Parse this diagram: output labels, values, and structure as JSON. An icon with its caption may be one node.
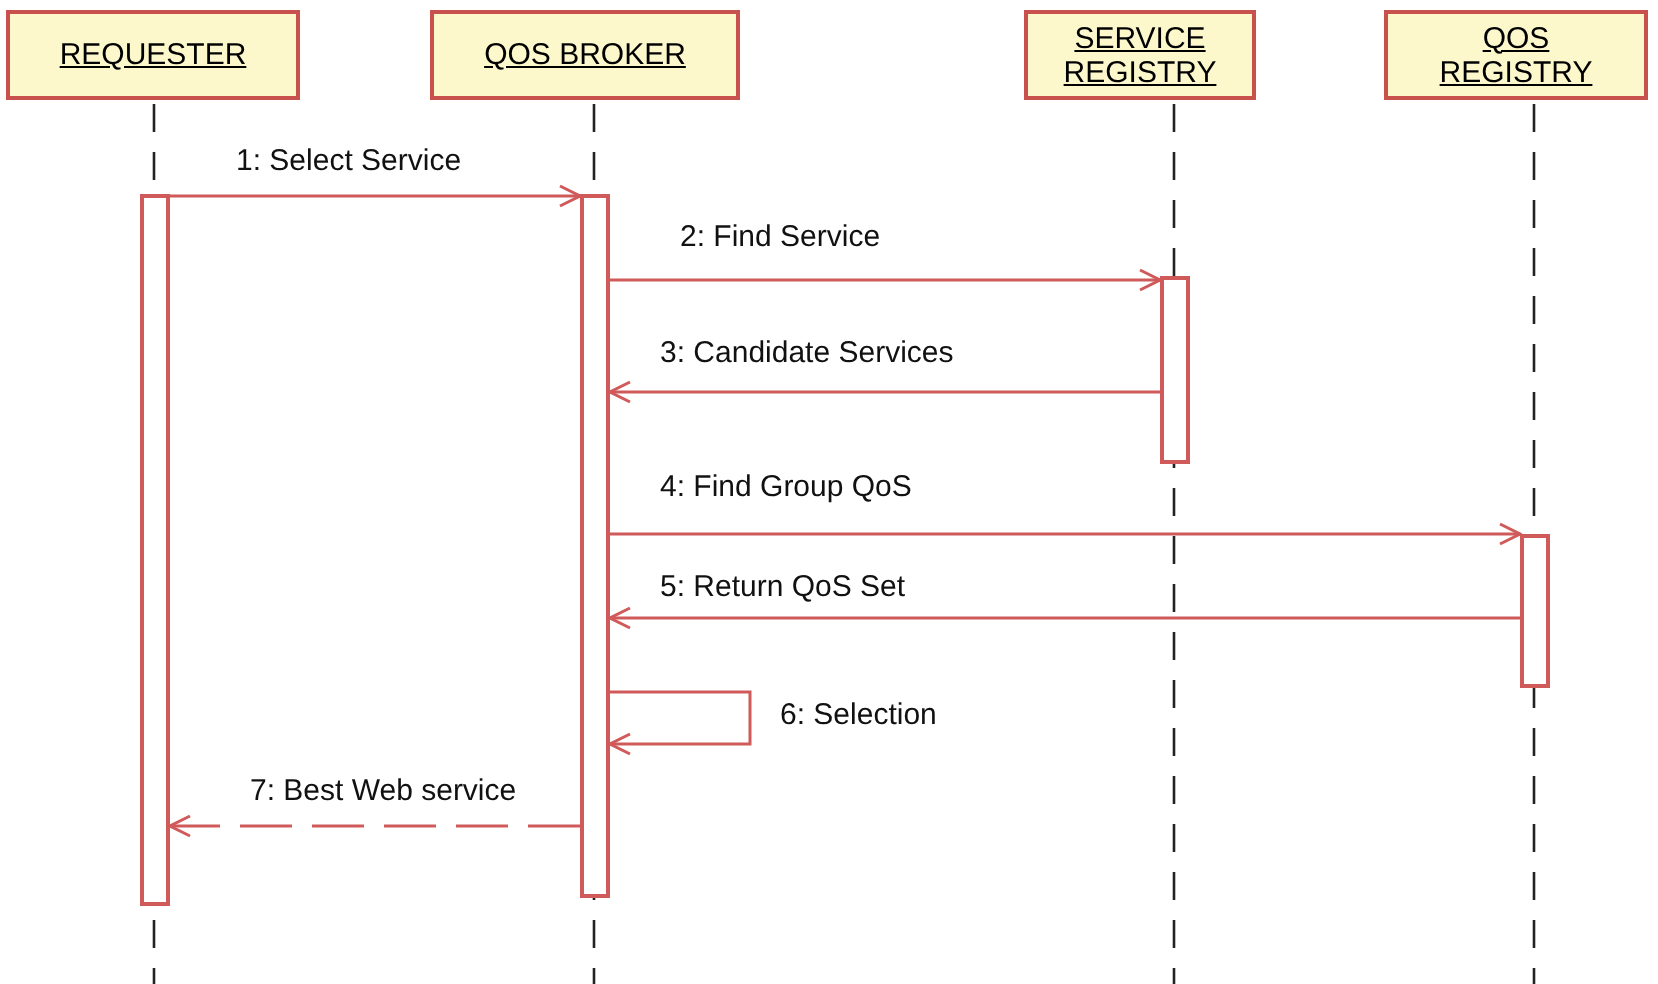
{
  "diagram": {
    "nodes": [
      {
        "text": [
          "REQUESTER"
        ]
      },
      {
        "text": [
          "QOS BROKER"
        ]
      },
      {
        "text": [
          "SERVICE REGISTRY"
        ]
      },
      {
        "text": [
          "QOS REGISTRY"
        ]
      },
      {
        "text": [],
        "shape": "bar"
      },
      {
        "text": [],
        "shape": "bar"
      },
      {
        "text": [],
        "shape": "bar"
      },
      {
        "text": [],
        "shape": "bar"
      }
    ],
    "edges": [
      {
        "from": 4,
        "to": 5,
        "arrow": "to",
        "label": "1: Select Service"
      },
      {
        "from": 5,
        "to": 6,
        "arrow": "to",
        "label": "2: Find Service"
      },
      {
        "from": 6,
        "to": 5,
        "arrow": "to",
        "label": "3: Candidate Services"
      },
      {
        "from": 5,
        "to": 7,
        "arrow": "to",
        "label": "4: Find Group QoS"
      },
      {
        "from": 7,
        "to": 5,
        "arrow": "to",
        "label": "5: Return QoS Set"
      },
      {
        "from": 5,
        "to": 5,
        "arrow": "to",
        "label": "6: Selection"
      },
      {
        "from": 5,
        "to": 4,
        "arrow": "to",
        "label": "7: Best Web service",
        "style": "dashed"
      }
    ]
  }
}
